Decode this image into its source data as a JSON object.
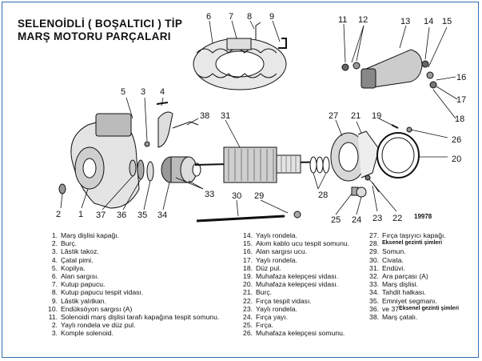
{
  "title": {
    "line1": "SELENOİDLİ ( BOŞALTICI ) TİP",
    "line2": "MARŞ MOTORU PARÇALARI"
  },
  "figure_number": "19978",
  "callouts": [
    "1",
    "2",
    "3",
    "4",
    "5",
    "6",
    "7",
    "8",
    "9",
    "11",
    "12",
    "13",
    "14",
    "15",
    "16",
    "17",
    "18",
    "19",
    "20",
    "21",
    "22",
    "23",
    "24",
    "25",
    "26",
    "27",
    "28",
    "29",
    "30",
    "31",
    "33",
    "34",
    "35",
    "36",
    "37",
    "38"
  ],
  "legend": {
    "col1": [
      {
        "num": "1.",
        "text": "Marş dişlisi kapağı."
      },
      {
        "num": "2.",
        "text": "Burç."
      },
      {
        "num": "3.",
        "text": "Lâstik takoz."
      },
      {
        "num": "4.",
        "text": "Çatal pimi."
      },
      {
        "num": "5.",
        "text": "Kopilya."
      },
      {
        "num": "6.",
        "text": "Alan sargısı."
      },
      {
        "num": "7.",
        "text": "Kutup papucu."
      },
      {
        "num": "8.",
        "text": "Kutup papucu tespit vidası."
      },
      {
        "num": "9.",
        "text": "Lâstik yalıtkan."
      },
      {
        "num": "10.",
        "text": "Endüksöyon sargısı (A)"
      },
      {
        "num": "11.",
        "text": "Solenoidi marş dişlisi tarafı kapağına tespit somunu."
      },
      {
        "num": "2.",
        "text": "Yaylı rondela ve düz pul."
      },
      {
        "num": "3.",
        "text": "Komple solenoid."
      }
    ],
    "col2": [
      {
        "num": "14.",
        "text": "Yaylı rondela."
      },
      {
        "num": "15.",
        "text": "Akım kablo ucu tespit somunu."
      },
      {
        "num": "16.",
        "text": "Alan sargısı ucu."
      },
      {
        "num": "17.",
        "text": "Yaylı rondela."
      },
      {
        "num": "18.",
        "text": "Düz pul."
      },
      {
        "num": "19.",
        "text": "Muhafaza kelepçesi vidası."
      },
      {
        "num": "20.",
        "text": "Muhafaza kelepçesi vidası."
      },
      {
        "num": "21.",
        "text": "Burç."
      },
      {
        "num": "22.",
        "text": "Fırça tespit vidası."
      },
      {
        "num": "23.",
        "text": "Yaylı rondela."
      },
      {
        "num": "24.",
        "text": "Fırça yayı."
      },
      {
        "num": "25.",
        "text": "Fırça."
      },
      {
        "num": "26.",
        "text": "Muhafaza kelepçesi somunu."
      }
    ],
    "col3": [
      {
        "num": "27.",
        "text": "Fırça taşıyıcı kapağı."
      },
      {
        "num": "28.",
        "text": "Eksenel gezinti şimleri",
        "style": "bold"
      },
      {
        "num": "29.",
        "text": "Somun."
      },
      {
        "num": "30.",
        "text": "Civata."
      },
      {
        "num": "31.",
        "text": "Endüvi."
      },
      {
        "num": "32.",
        "text": "Ara parçası (A)"
      },
      {
        "num": "33.",
        "text": "Marş dişlisi."
      },
      {
        "num": "34.",
        "text": "Tahdit halkası."
      },
      {
        "num": "35.",
        "text": "Emniyet segmanı."
      },
      {
        "num": "36.",
        "text": "ve 37",
        "extra": "Eksenel gezinti şimleri"
      },
      {
        "num": "38.",
        "text": "Marş çatalı."
      }
    ]
  }
}
